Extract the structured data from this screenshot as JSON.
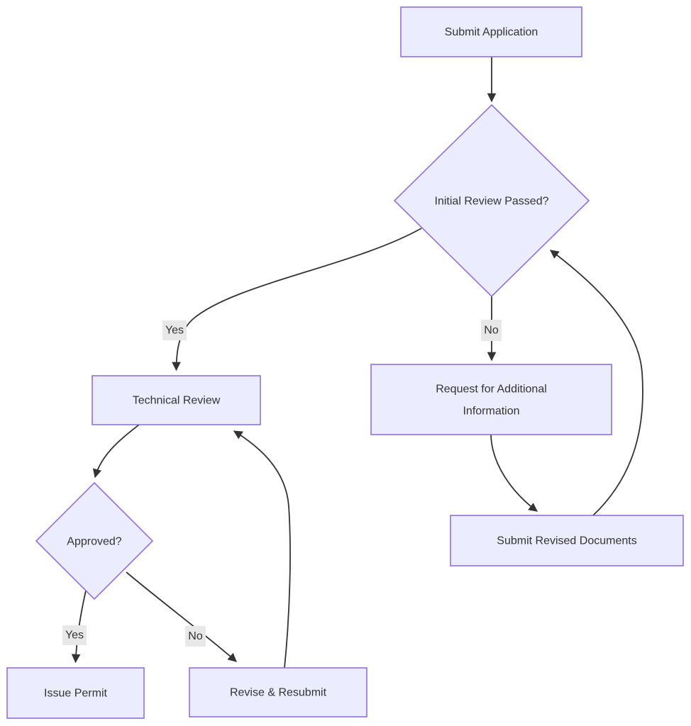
{
  "diagram": {
    "type": "flowchart",
    "direction": "top-down",
    "background_color": "#ffffff",
    "colors": {
      "node_fill": "#ECECFF",
      "node_border": "#9370DB",
      "edge_stroke": "#333333",
      "text": "#333333",
      "edge_label_bg": "#e8e8e8"
    },
    "nodes": {
      "submit_application": {
        "label": "Submit Application",
        "shape": "rect"
      },
      "initial_review": {
        "label": "Initial Review Passed?",
        "shape": "diamond"
      },
      "technical_review": {
        "label": "Technical Review",
        "shape": "rect"
      },
      "request_info": {
        "label": "Request for Additional Information",
        "lines": [
          "Request for Additional",
          "Information"
        ],
        "shape": "rect"
      },
      "submit_revised": {
        "label": "Submit Revised Documents",
        "shape": "rect"
      },
      "approved": {
        "label": "Approved?",
        "shape": "diamond"
      },
      "issue_permit": {
        "label": "Issue Permit",
        "shape": "rect"
      },
      "revise_resubmit": {
        "label": "Revise & Resubmit",
        "shape": "rect"
      }
    },
    "edges": [
      {
        "from": "submit_application",
        "to": "initial_review",
        "label": ""
      },
      {
        "from": "initial_review",
        "to": "technical_review",
        "label": "Yes"
      },
      {
        "from": "initial_review",
        "to": "request_info",
        "label": "No"
      },
      {
        "from": "request_info",
        "to": "submit_revised",
        "label": ""
      },
      {
        "from": "submit_revised",
        "to": "initial_review",
        "label": ""
      },
      {
        "from": "technical_review",
        "to": "approved",
        "label": ""
      },
      {
        "from": "approved",
        "to": "issue_permit",
        "label": "Yes"
      },
      {
        "from": "approved",
        "to": "revise_resubmit",
        "label": "No"
      },
      {
        "from": "revise_resubmit",
        "to": "technical_review",
        "label": ""
      }
    ]
  }
}
